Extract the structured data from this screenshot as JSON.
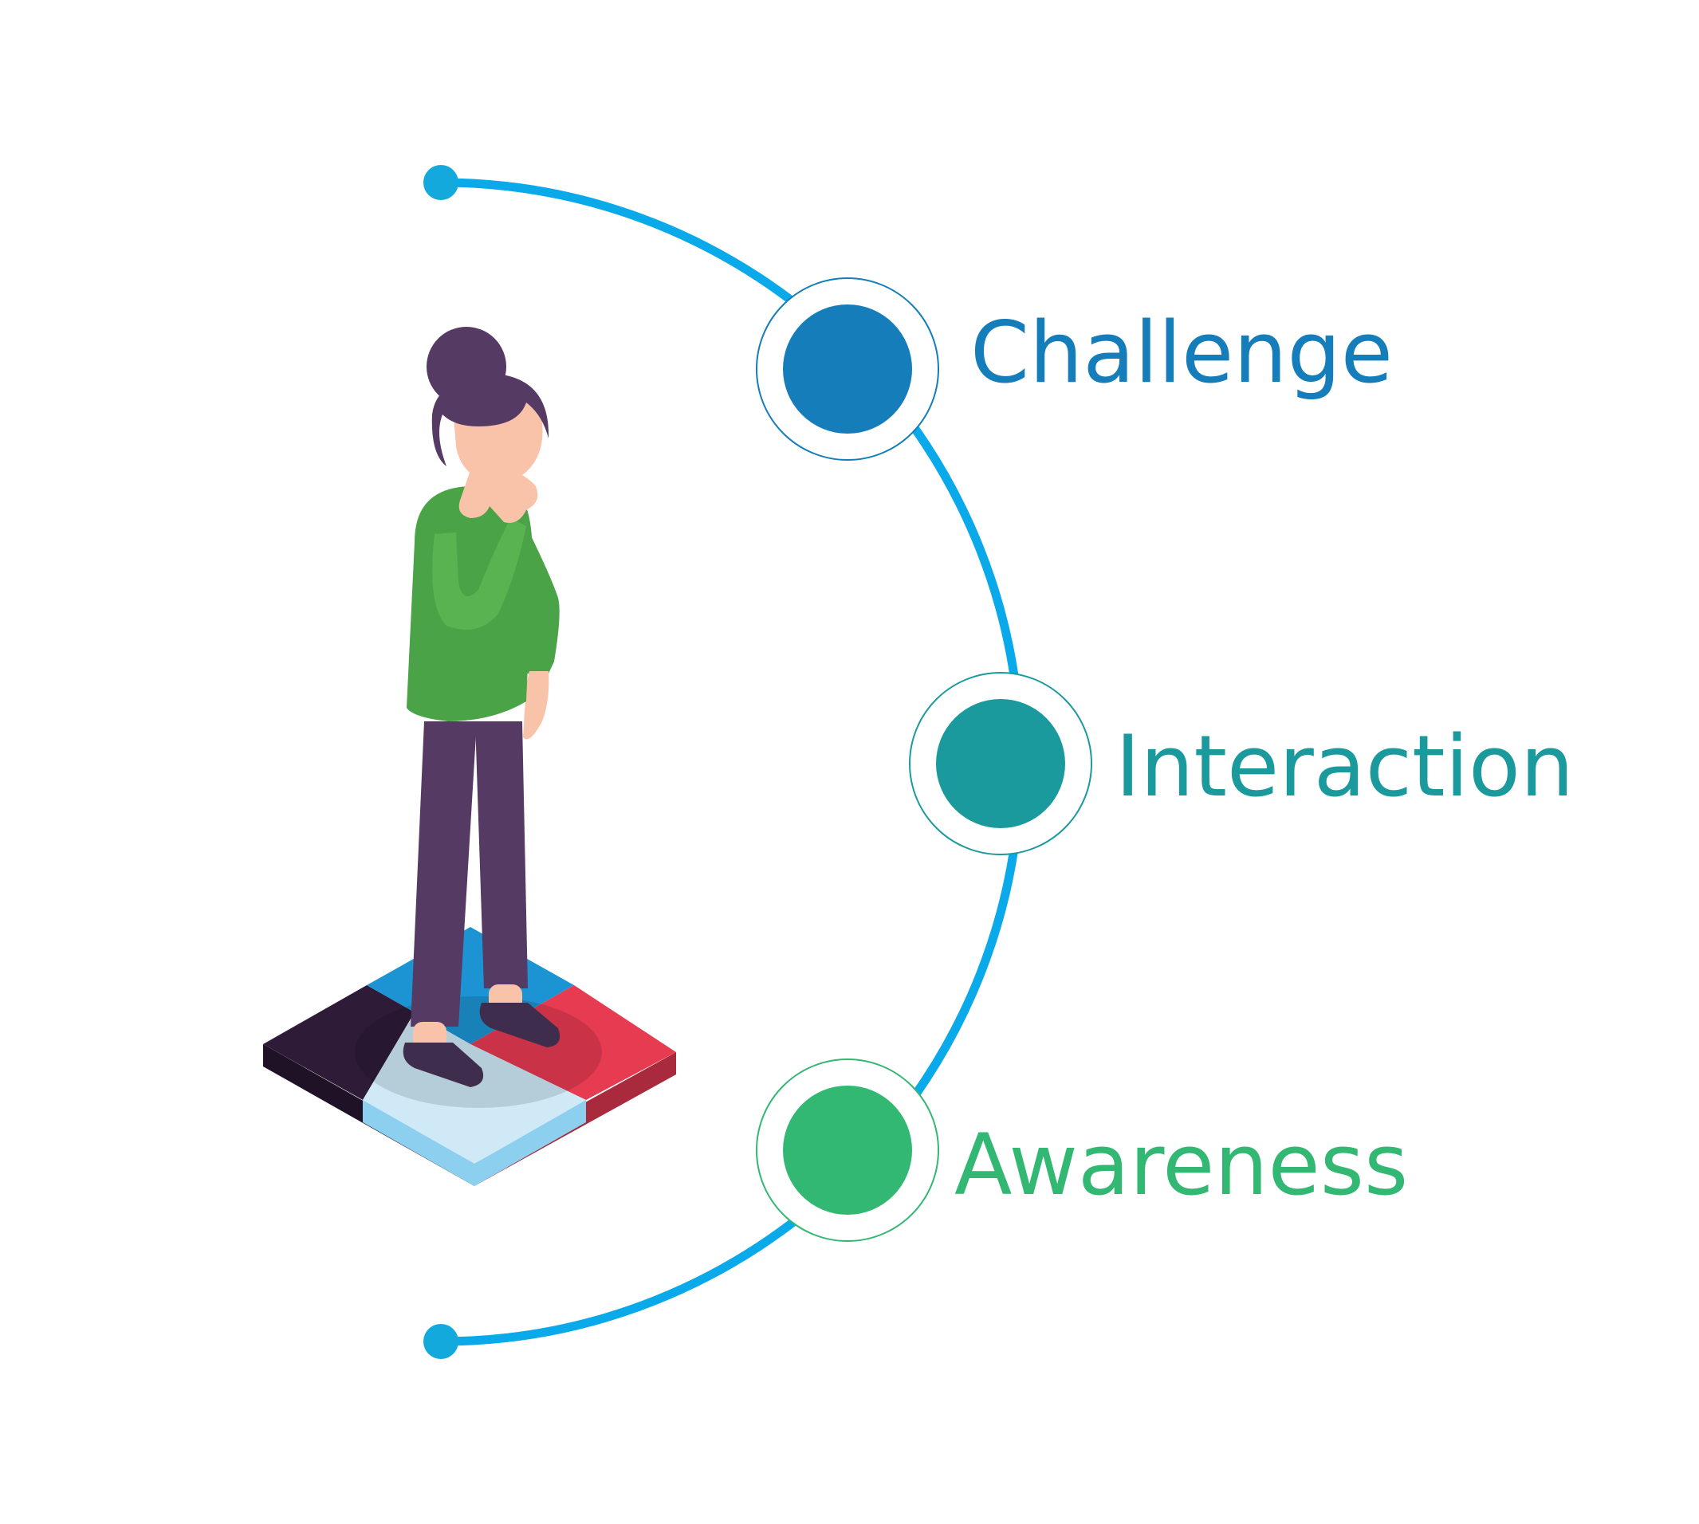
{
  "diagram": {
    "arc_color": "#0aaaea",
    "endpoint_color": "#14a9dd",
    "stages": [
      {
        "label": "Challenge",
        "color": "#157dba"
      },
      {
        "label": "Interaction",
        "color": "#1b9a9e"
      },
      {
        "label": "Awareness",
        "color": "#33b874"
      }
    ]
  },
  "illustration": {
    "subject": "person-standing-on-puzzle",
    "colors": {
      "hair": "#553a64",
      "skin": "#f9c3aa",
      "sweater": "#4aa347",
      "sweater_highlight": "#58b350",
      "pants": "#553a64",
      "shoes": "#3e2d4c",
      "puzzle_dark": "#2d1b38",
      "puzzle_blue": "#1c93d2",
      "puzzle_red": "#e63b51",
      "puzzle_light": "#cfe9f7"
    }
  }
}
